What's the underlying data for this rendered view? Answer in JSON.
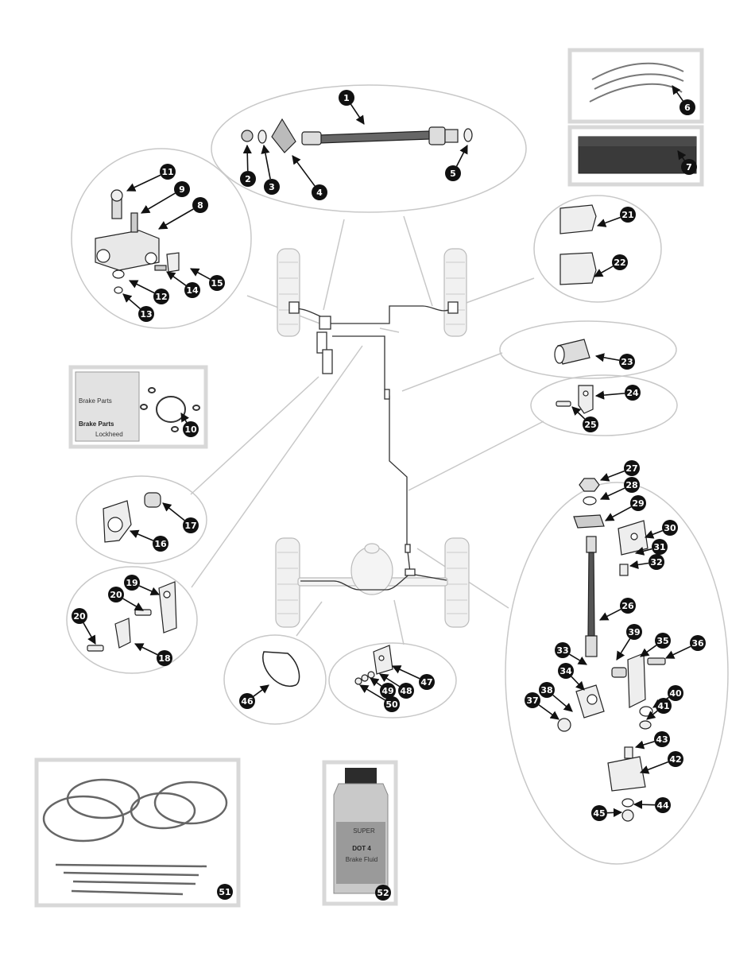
{
  "diagram": {
    "type": "exploded parts diagram",
    "subject": "brake pipes and hoses"
  },
  "callouts": [
    {
      "id": "1",
      "label": "1"
    },
    {
      "id": "2",
      "label": "2"
    },
    {
      "id": "3",
      "label": "3"
    },
    {
      "id": "4",
      "label": "4"
    },
    {
      "id": "5",
      "label": "5"
    },
    {
      "id": "6",
      "label": "6"
    },
    {
      "id": "7",
      "label": "7"
    },
    {
      "id": "8",
      "label": "8"
    },
    {
      "id": "9",
      "label": "9"
    },
    {
      "id": "10",
      "label": "10"
    },
    {
      "id": "11",
      "label": "11"
    },
    {
      "id": "12",
      "label": "12"
    },
    {
      "id": "13",
      "label": "13"
    },
    {
      "id": "14",
      "label": "14"
    },
    {
      "id": "15",
      "label": "15"
    },
    {
      "id": "16",
      "label": "16"
    },
    {
      "id": "17",
      "label": "17"
    },
    {
      "id": "18",
      "label": "18"
    },
    {
      "id": "19",
      "label": "19"
    },
    {
      "id": "20a",
      "label": "20"
    },
    {
      "id": "20b",
      "label": "20"
    },
    {
      "id": "21",
      "label": "21"
    },
    {
      "id": "22",
      "label": "22"
    },
    {
      "id": "23",
      "label": "23"
    },
    {
      "id": "24",
      "label": "24"
    },
    {
      "id": "25",
      "label": "25"
    },
    {
      "id": "26",
      "label": "26"
    },
    {
      "id": "27",
      "label": "27"
    },
    {
      "id": "28",
      "label": "28"
    },
    {
      "id": "29",
      "label": "29"
    },
    {
      "id": "30",
      "label": "30"
    },
    {
      "id": "31",
      "label": "31"
    },
    {
      "id": "32",
      "label": "32"
    },
    {
      "id": "33",
      "label": "33"
    },
    {
      "id": "34",
      "label": "34"
    },
    {
      "id": "35",
      "label": "35"
    },
    {
      "id": "36",
      "label": "36"
    },
    {
      "id": "37",
      "label": "37"
    },
    {
      "id": "38",
      "label": "38"
    },
    {
      "id": "39",
      "label": "39"
    },
    {
      "id": "40",
      "label": "40"
    },
    {
      "id": "41",
      "label": "41"
    },
    {
      "id": "42",
      "label": "42"
    },
    {
      "id": "43",
      "label": "43"
    },
    {
      "id": "44",
      "label": "44"
    },
    {
      "id": "45",
      "label": "45"
    },
    {
      "id": "46",
      "label": "46"
    },
    {
      "id": "47",
      "label": "47"
    },
    {
      "id": "48",
      "label": "48"
    },
    {
      "id": "49",
      "label": "49"
    },
    {
      "id": "50",
      "label": "50"
    },
    {
      "id": "51",
      "label": "51"
    },
    {
      "id": "52",
      "label": "52"
    }
  ],
  "photo_texts": {
    "seal_kit_lines": [
      "Brake Parts",
      "Brake Parts",
      "Lockheed"
    ],
    "fluid_bottle": [
      "SUPER",
      "DOT 4",
      "Brake Fluid"
    ]
  }
}
